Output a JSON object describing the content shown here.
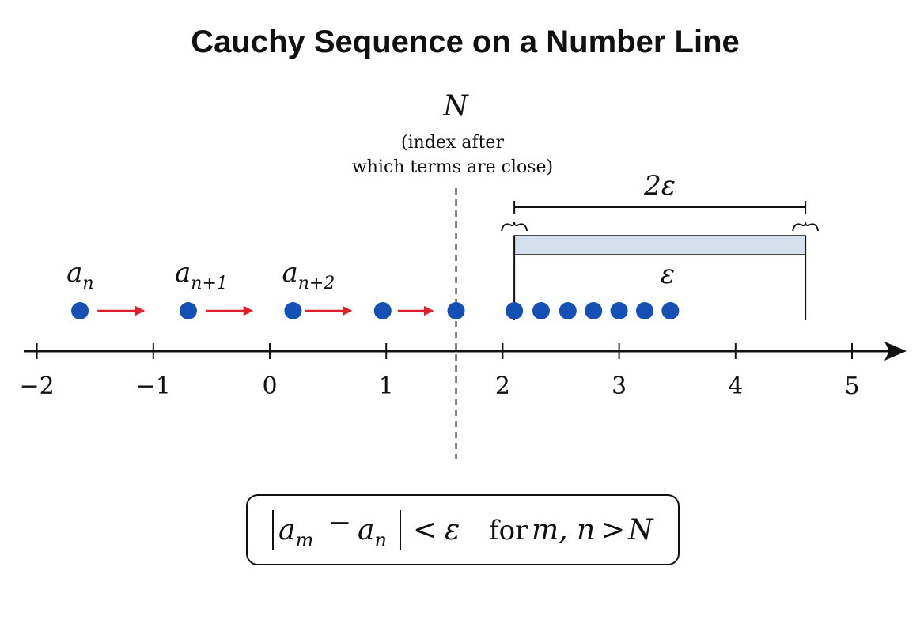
{
  "title": "Cauchy Sequence on a Number Line",
  "colors": {
    "point": "#1550b5",
    "arrow": "#e0202a",
    "band": "#d5e0ef",
    "ink": "#111111"
  },
  "axis": {
    "min": -2.3,
    "max": 5.5,
    "ticks": [
      -2,
      -1,
      0,
      1,
      2,
      3,
      4,
      5
    ],
    "tick_labels": [
      "−2",
      "−1",
      "0",
      "1",
      "2",
      "3",
      "4",
      "5"
    ]
  },
  "sequence_points": [
    -1.63,
    -0.7,
    0.2,
    0.97,
    1.6,
    2.1,
    2.33,
    2.56,
    2.78,
    3.0,
    3.22,
    3.44
  ],
  "arrows": [
    [
      -1.48,
      -1.08
    ],
    [
      -0.55,
      -0.15
    ],
    [
      0.3,
      0.7
    ],
    [
      1.1,
      1.4
    ]
  ],
  "term_labels": [
    {
      "x": -1.65,
      "base": "a",
      "sub": "n"
    },
    {
      "x": -0.72,
      "base": "a",
      "sub": "n+1"
    },
    {
      "x": 0.2,
      "base": "a",
      "sub": "n+2"
    }
  ],
  "N_marker": {
    "x": 1.6,
    "label": "N",
    "caption": [
      "(index after",
      "which terms are close)"
    ]
  },
  "epsilon_band": {
    "from": 2.1,
    "to": 4.6,
    "top_label": "2ε",
    "band_label": "ε"
  },
  "condition": {
    "lhs_a": "a",
    "lhs_m": "m",
    "minus": "−",
    "lhs_a2": "a",
    "lhs_n": "n",
    "lt": "<",
    "eps": "ε",
    "for": "for",
    "vars": "m, n",
    "gt": ">",
    "N": "N"
  }
}
